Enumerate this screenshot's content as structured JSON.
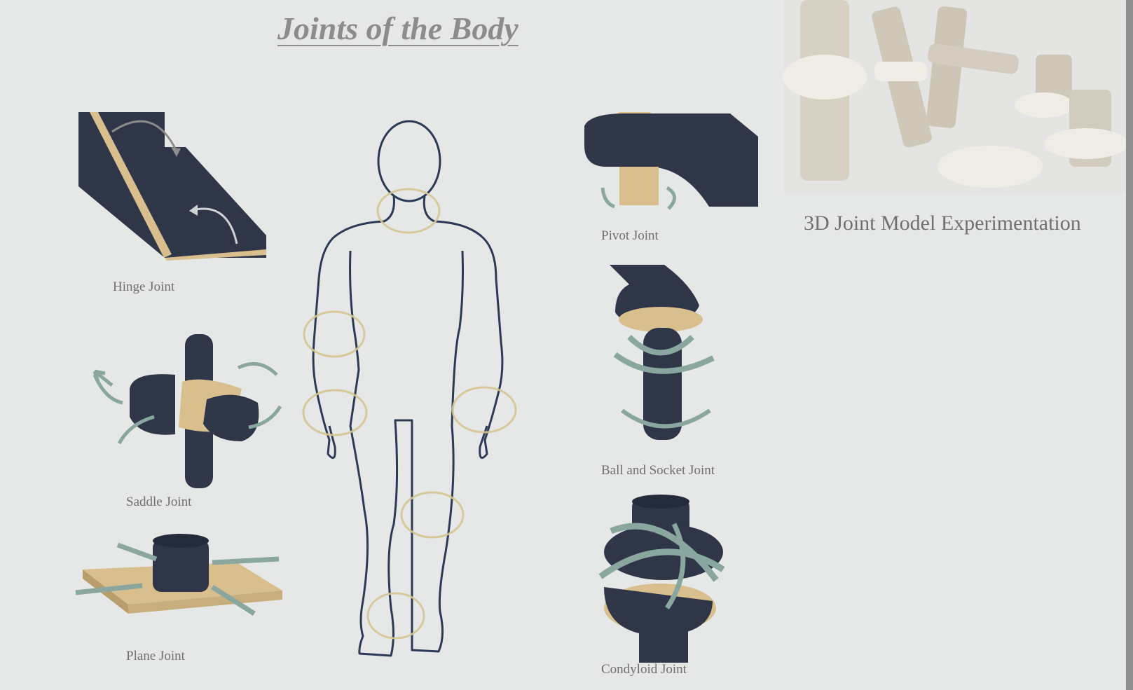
{
  "title": "Joints of the Body",
  "joints": {
    "hinge": "Hinge Joint",
    "saddle": "Saddle Joint",
    "plane": "Plane Joint",
    "pivot": "Pivot Joint",
    "ball_socket": "Ball and Socket Joint",
    "condyloid": "Condyloid Joint"
  },
  "model_caption": "3D Joint Model Experimentation",
  "colors": {
    "navy": "#2e3647",
    "tan": "#d8bf8d",
    "arrow": "#8aa79f",
    "outline": "#2b3a55",
    "ring": "#d6c594",
    "model": "#d9d4c8"
  }
}
